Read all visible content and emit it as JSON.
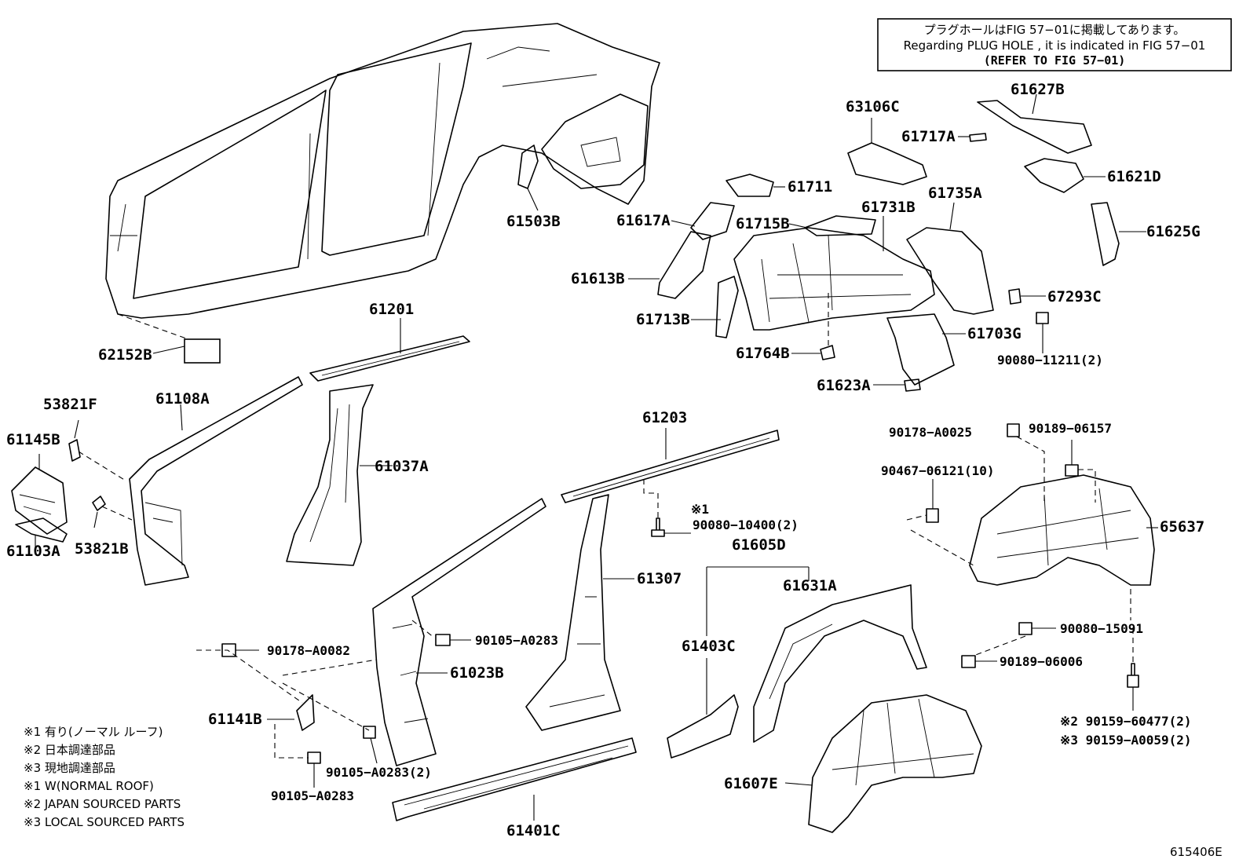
{
  "notice": {
    "line_jp": "プラグホールはFIG 57−01に掲載してあります。",
    "line_en": "Regarding PLUG HOLE , it is indicated in FIG 57−01",
    "line_ref": "(REFER TO FIG 57−01)"
  },
  "parts": {
    "p61201": "61201",
    "p62152B": "62152B",
    "p61503B": "61503B",
    "p63106C": "63106C",
    "p61627B": "61627B",
    "p61717A": "61717A",
    "p61621D": "61621D",
    "p61711": "61711",
    "p61617A": "61617A",
    "p61715B": "61715B",
    "p61731B": "61731B",
    "p61735A": "61735A",
    "p61625G": "61625G",
    "p61613B": "61613B",
    "p67293C": "67293C",
    "p61713B": "61713B",
    "p61703G": "61703G",
    "p61764B": "61764B",
    "p90080_11211": "90080−11211(2)",
    "p61623A": "61623A",
    "p53821F": "53821F",
    "p61108A": "61108A",
    "p61145B": "61145B",
    "p61037A": "61037A",
    "p61203": "61203",
    "p90178_A0025": "90178−A0025",
    "p90189_06157": "90189−06157",
    "p90467_06121": "90467−06121(10)",
    "p61103A": "61103A",
    "p53821B": "53821B",
    "pmark1": "※1",
    "p90080_10400": "90080−10400(2)",
    "p65637": "65637",
    "p61605D": "61605D",
    "p61307": "61307",
    "p61631A": "61631A",
    "p90080_15091": "90080−15091",
    "p90105_A0283_a": "90105−A0283",
    "p90178_A0082": "90178−A0082",
    "p61403C": "61403C",
    "p61023B": "61023B",
    "p90189_06006": "90189−06006",
    "p61141B": "61141B",
    "p90159_60477": "※2 90159−60477(2)",
    "p90159_A0059": "※3 90159−A0059(2)",
    "p90105_A0283_2": "90105−A0283(2)",
    "p61607E": "61607E",
    "p90105_A0283_b": "90105−A0283",
    "p61401C": "61401C"
  },
  "legend": {
    "l1": "※1 有り(ノーマル ルーフ)",
    "l2": "※2 日本調達部品",
    "l3": "※3 現地調達部品",
    "l4": "※1 W(NORMAL ROOF)",
    "l5": "※2 JAPAN SOURCED PARTS",
    "l6": "※3 LOCAL SOURCED PARTS"
  },
  "figure_code": "615406E"
}
